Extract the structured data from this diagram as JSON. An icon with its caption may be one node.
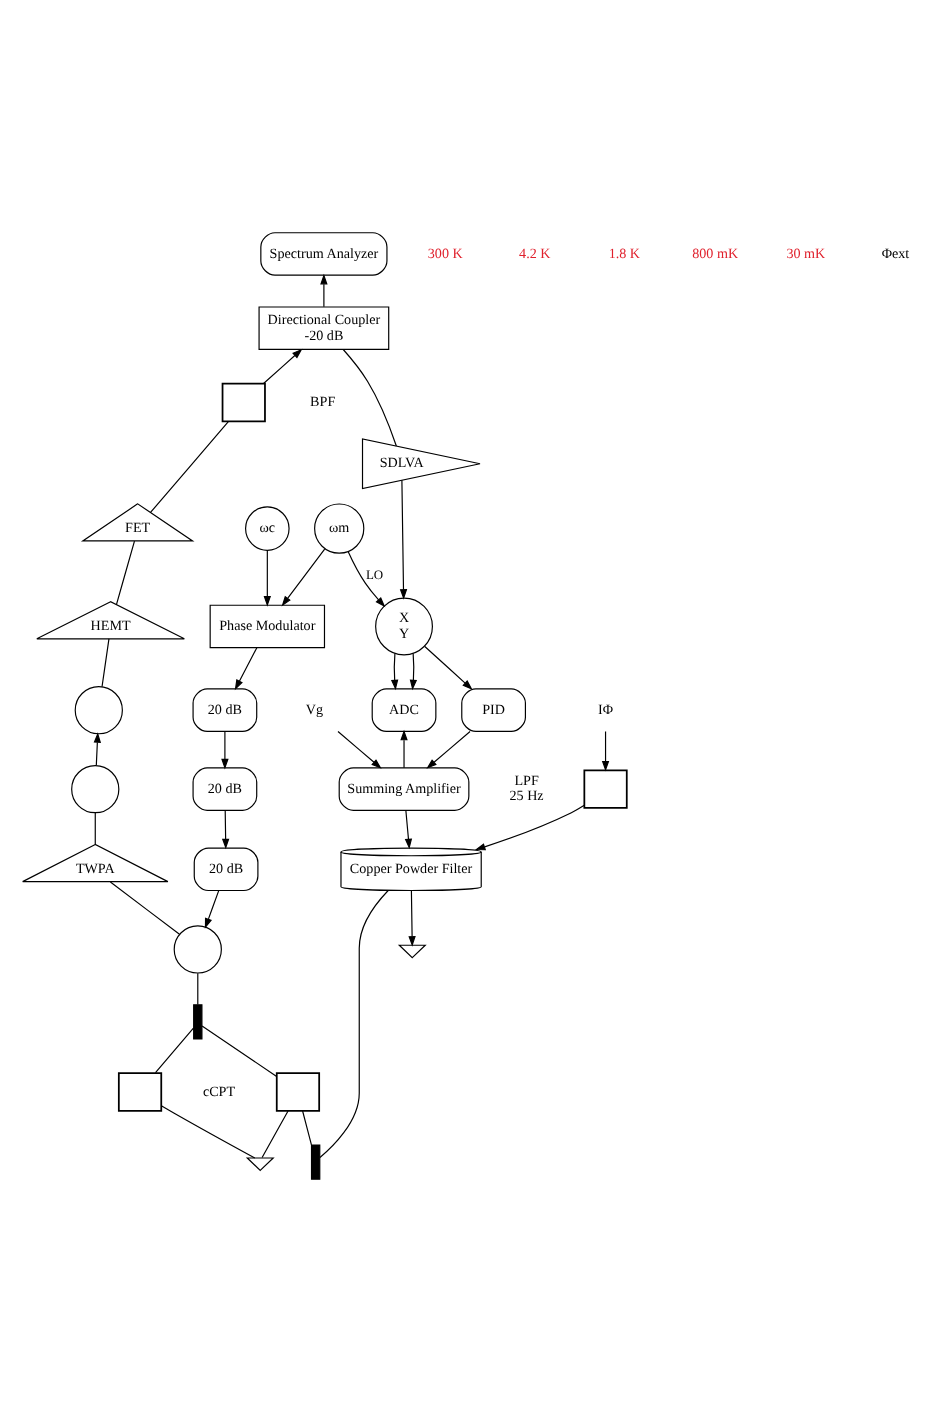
{
  "diagram": {
    "nodes": [
      {
        "text": [
          "Spectrum Analyzer"
        ]
      },
      {
        "text": [
          "Directional Coupler",
          "-20 dB"
        ]
      },
      {
        "text": [
          "SDLVA"
        ]
      },
      {
        "text": [
          "Vg"
        ]
      },
      {
        "text": [
          "IΦ"
        ]
      },
      {
        "text": [
          "ωm"
        ]
      },
      {
        "text": [
          "X",
          "Y"
        ]
      },
      {
        "text": [],
        "shape": "box",
        "beside": [
          "BPF"
        ]
      },
      {
        "text": [
          "ωc"
        ]
      },
      {
        "text": [
          "PID"
        ]
      },
      {
        "text": [
          "ADC"
        ]
      },
      {
        "text": [
          "Phase Modulator"
        ]
      },
      {
        "text": [
          "FET"
        ]
      },
      {
        "text": [
          "Summing Amplifier"
        ]
      },
      {
        "text": [
          "20 dB"
        ]
      },
      {
        "text": [],
        "shape": "box",
        "beside": [
          "LPF",
          "25 Hz"
        ]
      },
      {
        "text": [
          "HEMT"
        ]
      },
      {
        "text": [],
        "shape": "circle"
      },
      {
        "text": [
          "20 dB"
        ]
      },
      {
        "text": [],
        "shape": "circle"
      },
      {
        "text": [
          "Copper Powder Filter"
        ]
      },
      {
        "text": [
          "20 dB"
        ]
      },
      {
        "text": [
          "TWPA"
        ]
      },
      {
        "text": [],
        "shape": "circle"
      },
      {
        "text": [],
        "shape": "capacitor"
      },
      {
        "text": [],
        "shape": "box",
        "beside": [
          "cCPT"
        ]
      },
      {
        "text": [],
        "shape": "capacitor"
      },
      {
        "text": [],
        "shape": "box"
      },
      {
        "text": [],
        "shape": "ground"
      },
      {
        "text": [],
        "shape": "ground"
      }
    ],
    "edges": [
      {
        "from": 1,
        "to": 0,
        "arrow": "to"
      },
      {
        "from": 1,
        "to": 2,
        "arrow": "none"
      },
      {
        "from": 2,
        "to": 6,
        "arrow": "to"
      },
      {
        "from": 5,
        "to": 6,
        "arrow": "to",
        "label": "LO"
      },
      {
        "from": 5,
        "to": 11,
        "arrow": "to"
      },
      {
        "from": 8,
        "to": 11,
        "arrow": "to"
      },
      {
        "from": 7,
        "to": 1,
        "arrow": "to"
      },
      {
        "from": 12,
        "to": 7,
        "arrow": "none"
      },
      {
        "from": 6,
        "to": 9,
        "arrow": "to"
      },
      {
        "from": 6,
        "to": 10,
        "arrow": "to"
      },
      {
        "from": 6,
        "to": 10,
        "arrow": "to"
      },
      {
        "from": 9,
        "to": 13,
        "arrow": "to"
      },
      {
        "from": 13,
        "to": 10,
        "arrow": "to"
      },
      {
        "from": 3,
        "to": 13,
        "arrow": "to"
      },
      {
        "from": 13,
        "to": 20,
        "arrow": "to"
      },
      {
        "from": 4,
        "to": 15,
        "arrow": "to"
      },
      {
        "from": 15,
        "to": 20,
        "arrow": "to"
      },
      {
        "from": 11,
        "to": 14,
        "arrow": "to"
      },
      {
        "from": 14,
        "to": 18,
        "arrow": "to"
      },
      {
        "from": 18,
        "to": 21,
        "arrow": "to"
      },
      {
        "from": 21,
        "to": 23,
        "arrow": "to"
      },
      {
        "from": 23,
        "to": 22,
        "arrow": "none"
      },
      {
        "from": 22,
        "to": 19,
        "arrow": "none"
      },
      {
        "from": 19,
        "to": 17,
        "arrow": "to"
      },
      {
        "from": 17,
        "to": 16,
        "arrow": "none"
      },
      {
        "from": 16,
        "to": 12,
        "arrow": "none"
      },
      {
        "from": 23,
        "to": 24,
        "arrow": "none"
      },
      {
        "from": 24,
        "to": 25,
        "arrow": "none"
      },
      {
        "from": 24,
        "to": 27,
        "arrow": "none"
      },
      {
        "from": 20,
        "to": 26,
        "arrow": "none"
      },
      {
        "from": 26,
        "to": 25,
        "arrow": "none"
      },
      {
        "from": 25,
        "to": 28,
        "arrow": "none"
      },
      {
        "from": 27,
        "to": 28,
        "arrow": "none"
      },
      {
        "from": 20,
        "to": 29,
        "arrow": "to"
      }
    ],
    "labels": [
      "300 K",
      "4.2 K",
      "1.8 K",
      "800 mK",
      "30 mK",
      "Φext"
    ]
  }
}
